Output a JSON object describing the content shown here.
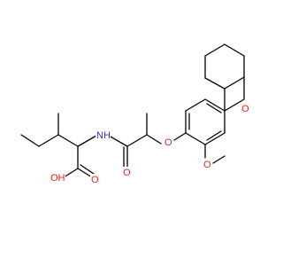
{
  "molecule": {
    "atom_labels": {
      "hydroxyl": "OH",
      "carboxyl_oxygen": "O",
      "amide_nh": "NH",
      "amide_oxygen": "O",
      "ether_oxygen": "O",
      "ring_oxygen": "O",
      "lactone_oxygen": "O"
    },
    "colors": {
      "bond": "#000000",
      "oxygen": "#e8231d",
      "nitrogen": "#2a35d8",
      "background": "#ffffff"
    }
  }
}
